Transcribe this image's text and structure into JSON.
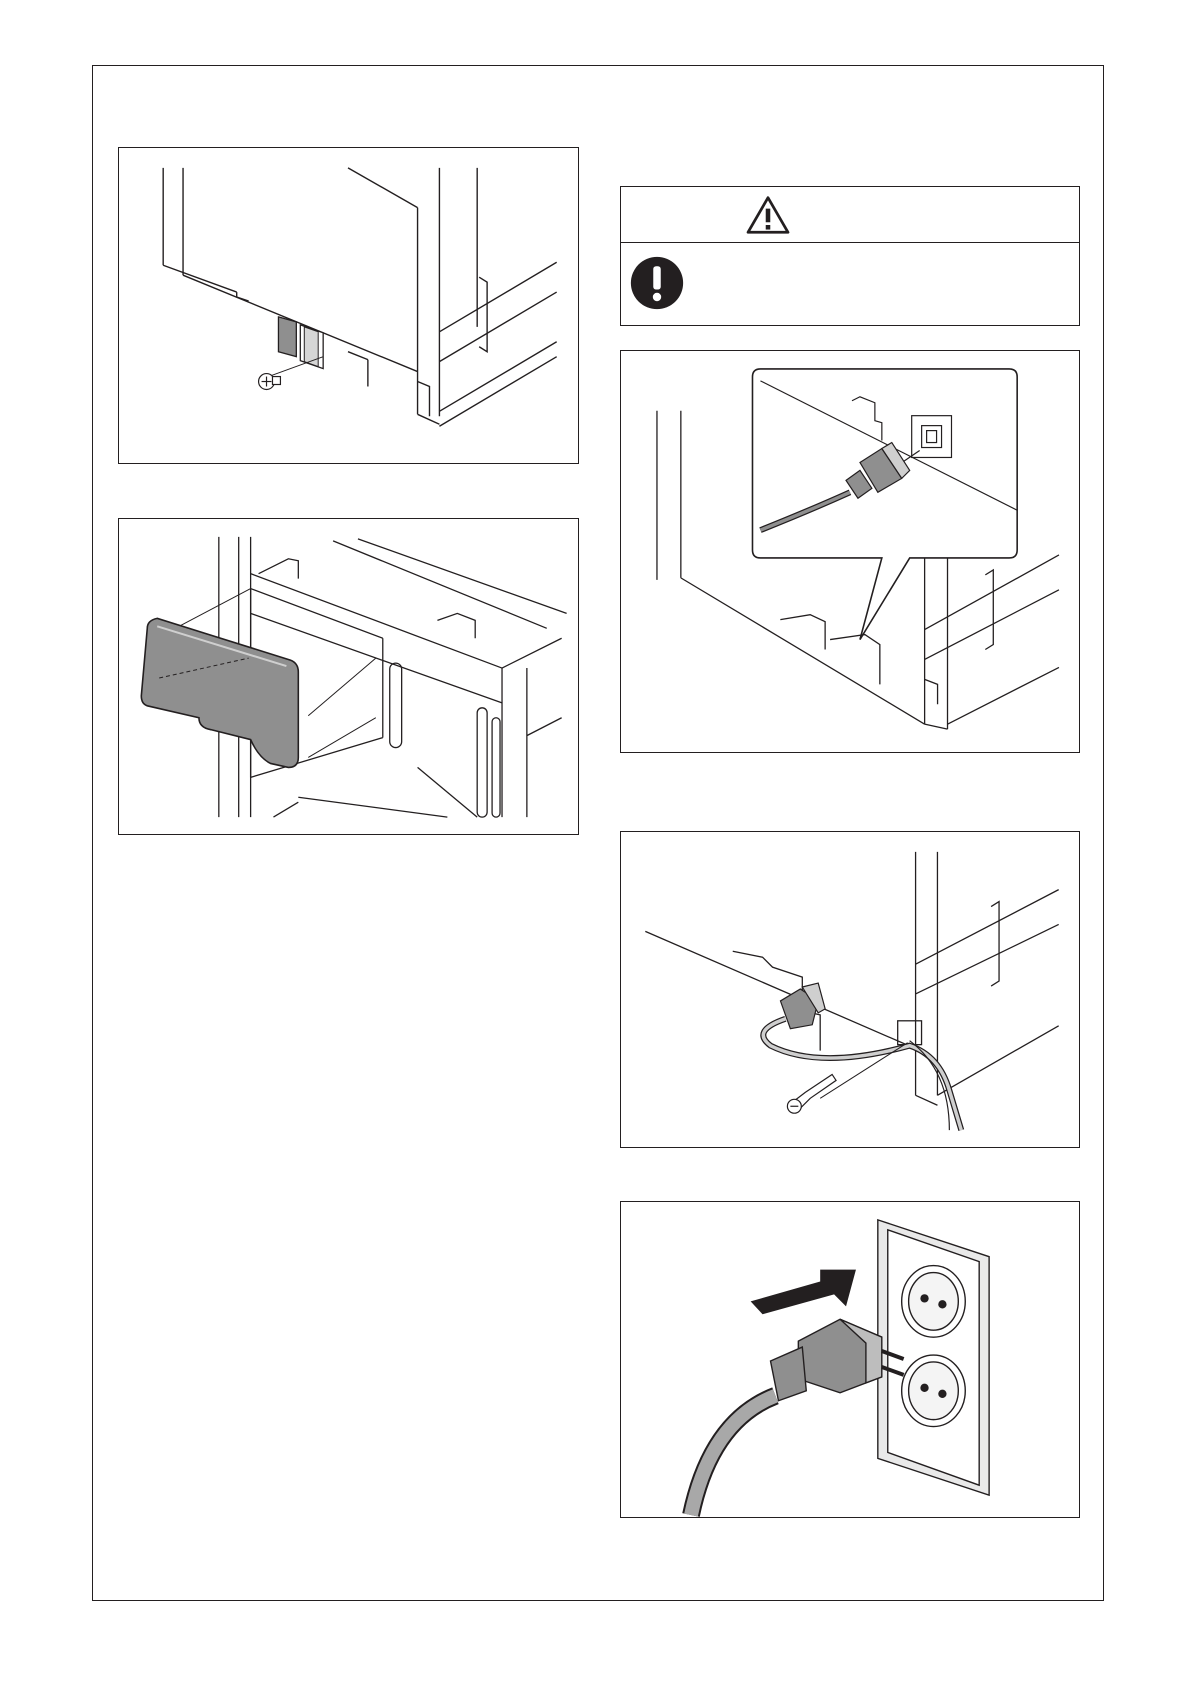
{
  "page": {
    "title": ""
  },
  "warning": {
    "header_text": "",
    "body_text": "",
    "header_icon": "warning-triangle-icon",
    "body_icon": "mandatory-action-icon"
  },
  "figures": [
    {
      "id": "fig-remove-cover-screw",
      "caption": ""
    },
    {
      "id": "fig-remove-side-cover",
      "caption": ""
    },
    {
      "id": "fig-connect-power-cord",
      "caption": ""
    },
    {
      "id": "fig-secure-cord-clamp",
      "caption": ""
    },
    {
      "id": "fig-plug-into-outlet",
      "caption": ""
    }
  ]
}
